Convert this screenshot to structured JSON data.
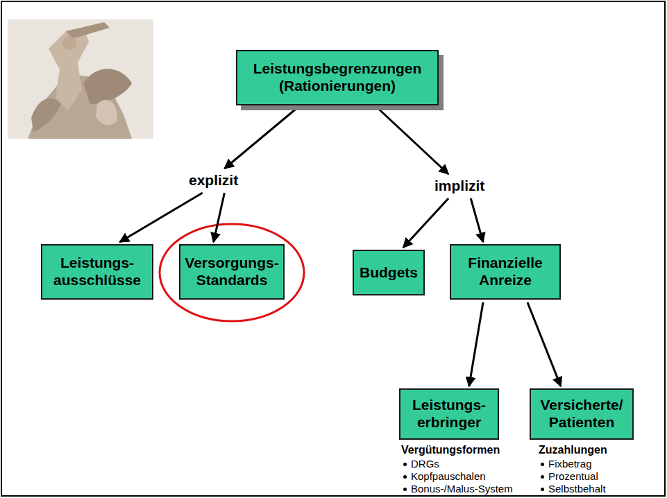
{
  "diagram": {
    "nodes": [
      {
        "text": [
          "Leistungsbegrenzungen (Rationierungen)"
        ]
      },
      {
        "text": [
          "explizit"
        ]
      },
      {
        "text": [
          "implizit"
        ]
      },
      {
        "text": [
          "Leistungs- ausschlüsse"
        ]
      },
      {
        "text": [
          "Versorgungs- Standards"
        ]
      },
      {
        "text": [
          "Budgets"
        ]
      },
      {
        "text": [
          "Finanzielle Anreize"
        ]
      },
      {
        "text": [
          "Leistungs- erbringer"
        ]
      },
      {
        "text": [
          "Versicherte/ Patienten"
        ]
      }
    ],
    "edges": [
      {
        "from": 0,
        "to": 1,
        "arrow": "to"
      },
      {
        "from": 0,
        "to": 2,
        "arrow": "to"
      },
      {
        "from": 1,
        "to": 3,
        "arrow": "to"
      },
      {
        "from": 1,
        "to": 4,
        "arrow": "to"
      },
      {
        "from": 2,
        "to": 5,
        "arrow": "to"
      },
      {
        "from": 2,
        "to": 6,
        "arrow": "to"
      },
      {
        "from": 6,
        "to": 7,
        "arrow": "to"
      },
      {
        "from": 6,
        "to": 8,
        "arrow": "to"
      }
    ],
    "labels": [
      "Vergütungsformen",
      "DRGs",
      "Kopfpauschalen",
      "Bonus-/Malus-System",
      "Zuzahlungen",
      "Fixbetrag",
      "Prozentual",
      "Selbstbehalt"
    ]
  }
}
